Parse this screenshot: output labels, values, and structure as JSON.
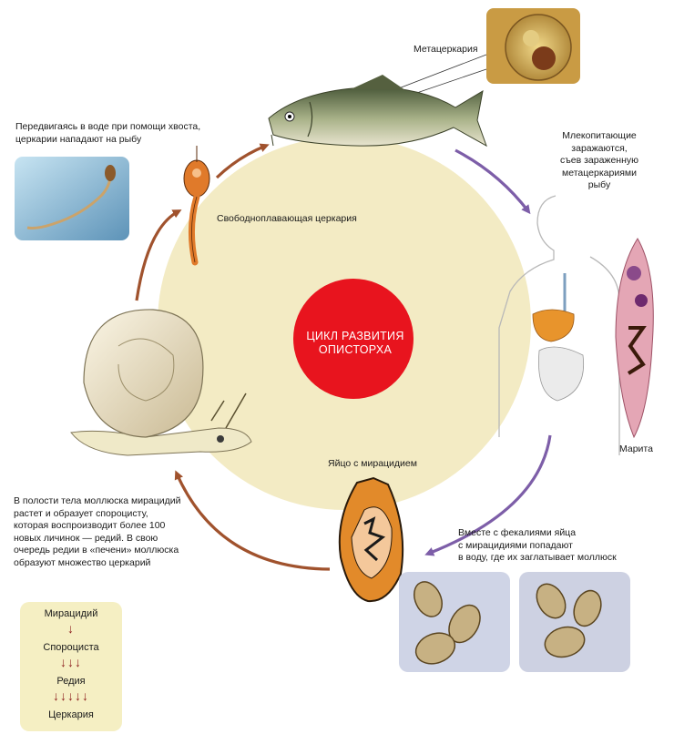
{
  "title": "ЦИКЛ РАЗВИТИЯ\nОПИСТОРХА",
  "labels": {
    "metacercaria": "Метацеркария",
    "cercaria_attack": "Передвигаясь в воде при помощи хвоста,\nцеркарии нападают на рыбу",
    "free_cercaria": "Свободноплавающая церкария",
    "mammals": "Млекопитающие\nзаражаются,\nсъев зараженную\nметацеркариями\nрыбу",
    "marita": "Марита",
    "egg_miracidium": "Яйцо с мирацидием",
    "eggs_water": "Вместе с фекалиями яйца\nс мирацидиями попадают\nв воду, где их заглатывает моллюск",
    "mollusk_text": "В полости тела моллюска мирацидий\nрастет и образует спороцисту,\nкоторая воспроизводит более 100\nновых личинок — редий. В свою\nочередь редии в «печени» моллюска\nобразуют множество церкарий"
  },
  "legend": {
    "stages": [
      "Мирацидий",
      "Спороциста",
      "Редия",
      "Церкария"
    ],
    "arrows": [
      "↓",
      "↓↓↓",
      "↓↓↓↓↓"
    ]
  },
  "colors": {
    "circle_fill": "#f3ebc4",
    "center_fill": "#e8141e",
    "arrow_brown": "#a0522d",
    "arrow_purple": "#7d5ea8",
    "legend_bg": "#f5efc3",
    "legend_arrow": "#8b1c1c"
  }
}
